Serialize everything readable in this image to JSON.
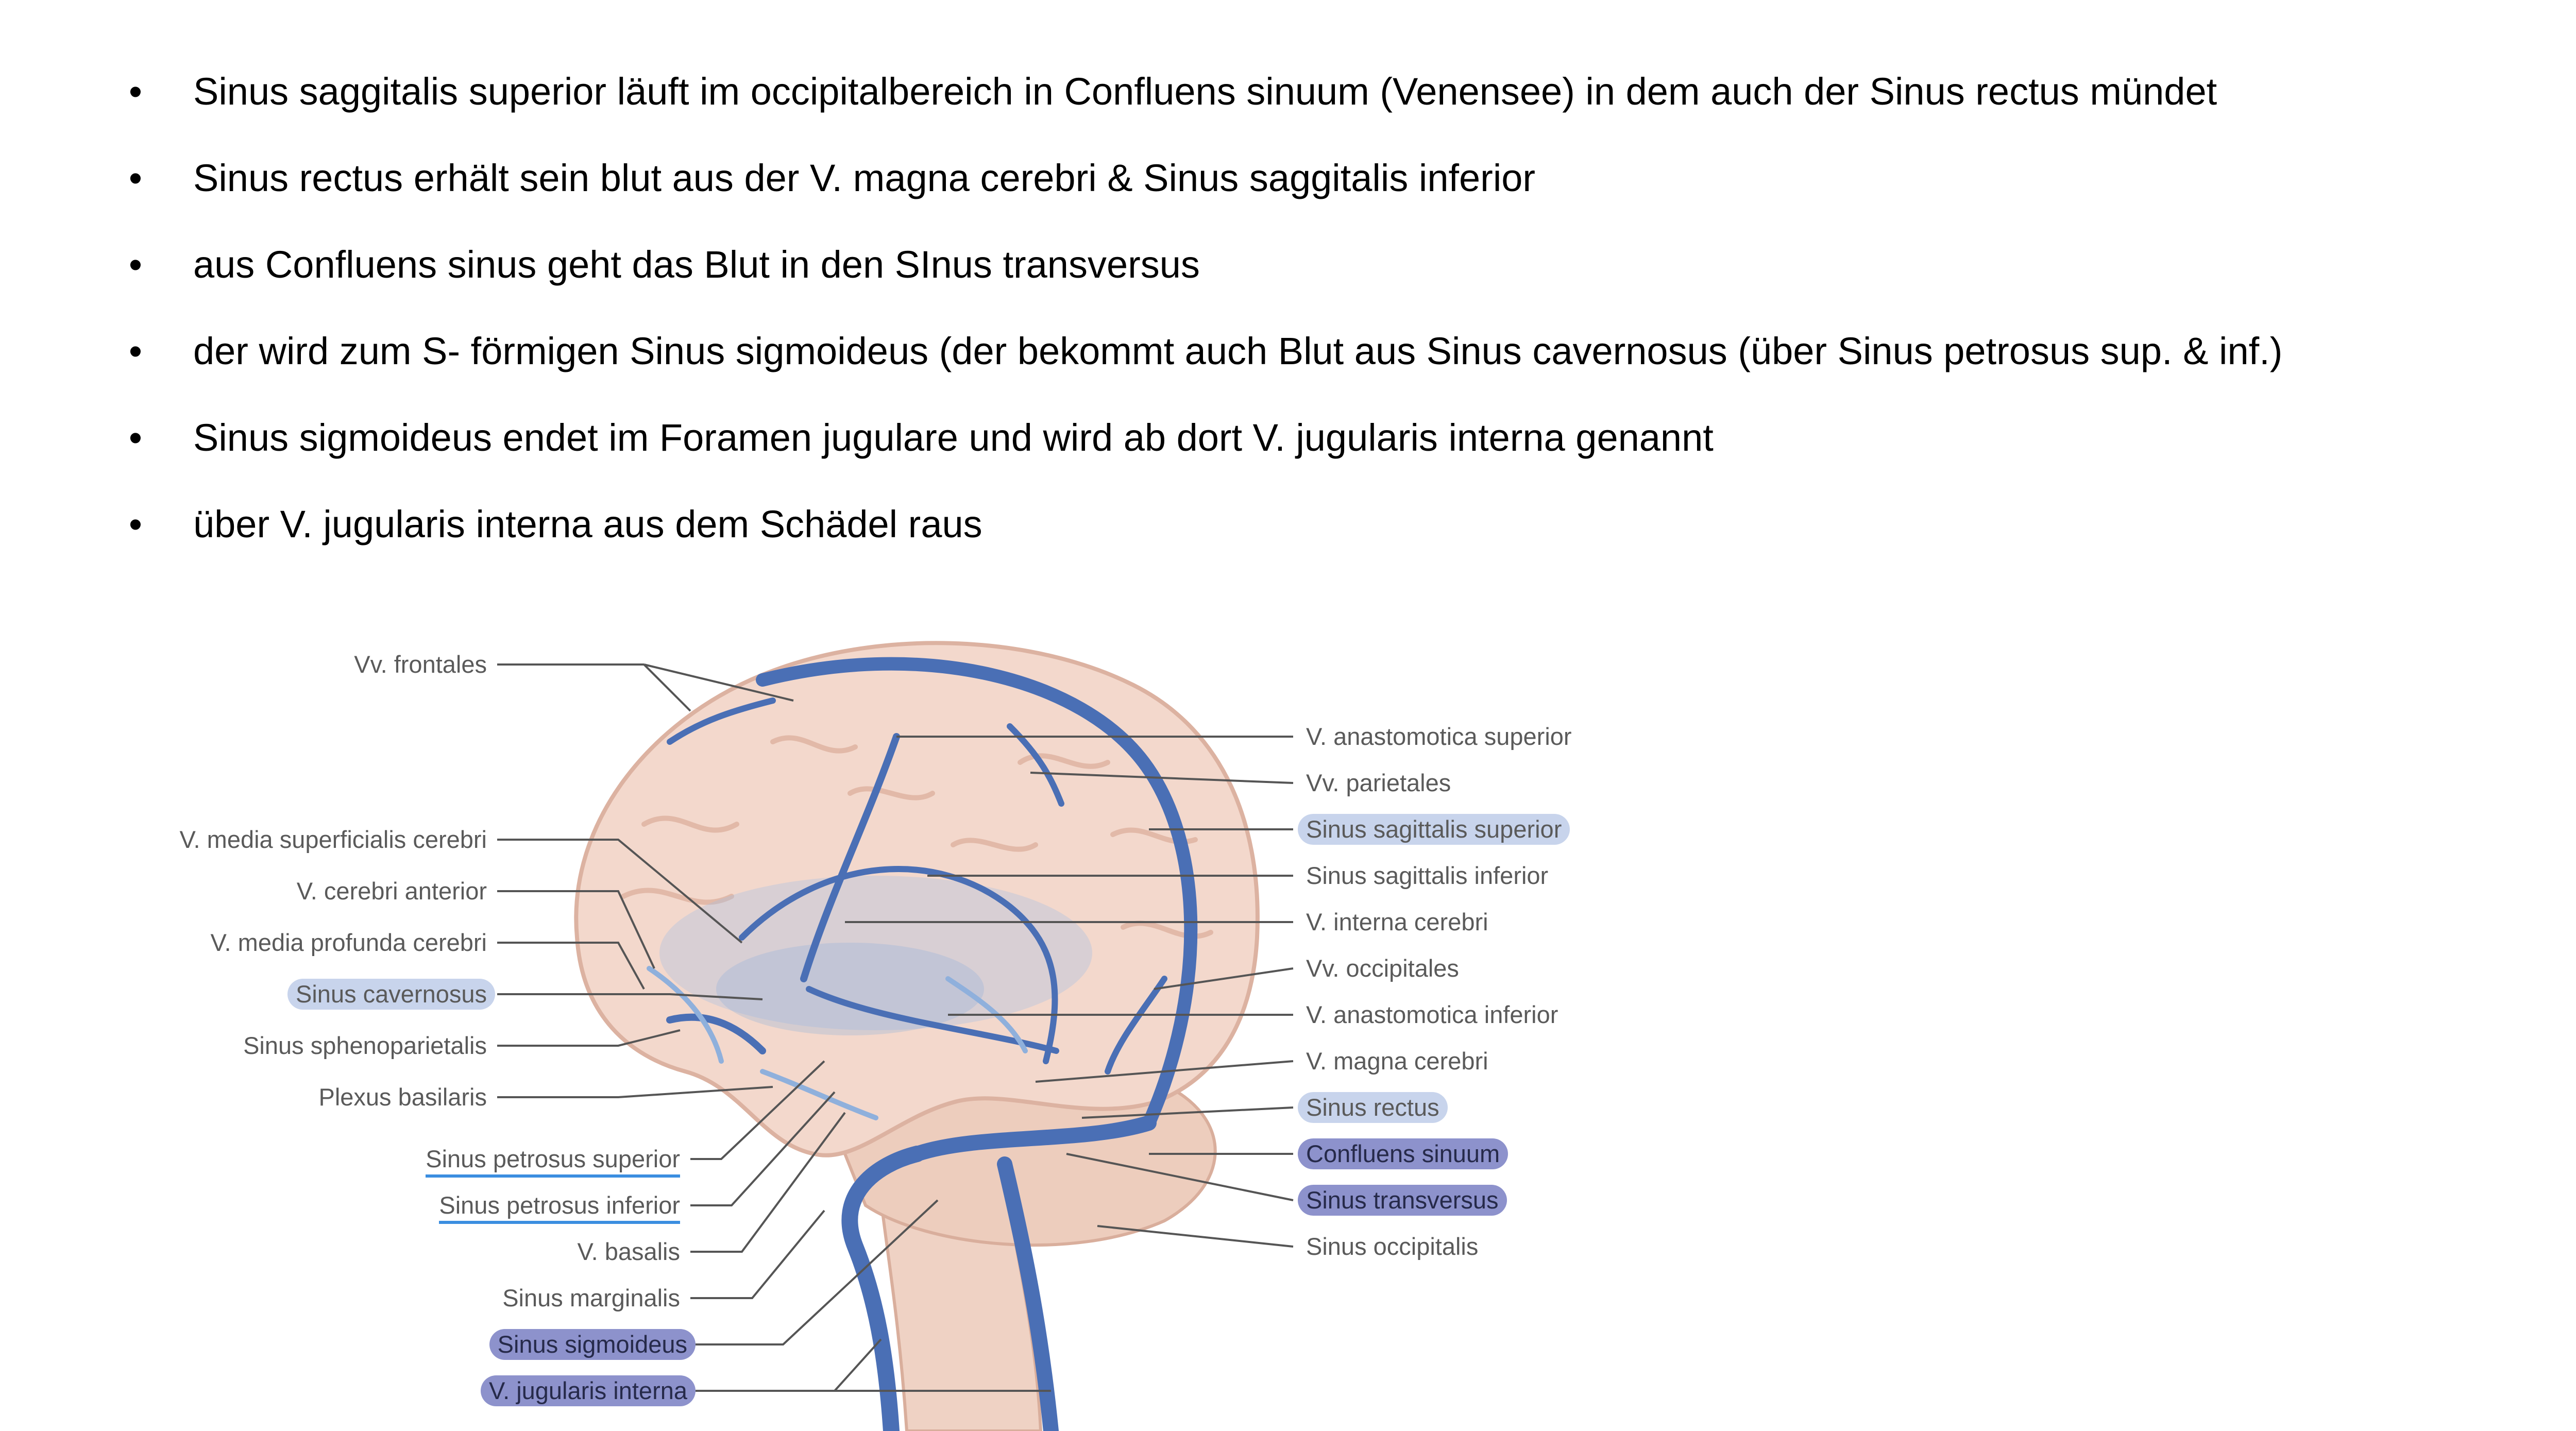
{
  "bullets": [
    "Sinus saggitalis superior läuft im occipitalbereich in Confluens sinuum (Venensee) in dem auch der Sinus rectus mündet",
    "Sinus rectus erhält sein blut aus der V. magna cerebri & Sinus saggitalis inferior",
    "aus Confluens sinus geht das Blut in den SInus transversus",
    "der wird zum S- förmigen Sinus sigmoideus (der bekommt auch Blut aus Sinus cavernosus (über Sinus petrosus sup. & inf.)",
    "Sinus sigmoideus endet im Foramen jugulare und wird ab dort V. jugularis interna genannt",
    "über V. jugularis interna aus dem Schädel raus"
  ],
  "bullet_char": "•",
  "figure": {
    "left_labels": [
      "Vv. frontales",
      "V. media superficialis cerebri",
      "V. cerebri anterior",
      "V. media profunda cerebri",
      "Sinus cavernosus",
      "Sinus sphenoparietalis",
      "Plexus basilaris",
      "Sinus petrosus superior",
      "Sinus petrosus inferior",
      "V. basalis",
      "Sinus marginalis",
      "Sinus sigmoideus",
      "V. jugularis interna"
    ],
    "right_labels": [
      "V. anastomotica superior",
      "Vv. parietales",
      "Sinus sagittalis superior",
      "Sinus sagittalis inferior",
      "V. interna cerebri",
      "Vv. occipitales",
      "V. anastomotica inferior",
      "V. magna cerebri",
      "Sinus rectus",
      "Confluens sinuum",
      "Sinus transversus",
      "Sinus occipitalis"
    ]
  },
  "colors": {
    "vein": "#4a6fb5",
    "vein_light": "#8fb0dc",
    "brain": "#f3d8cc",
    "brain_shadow": "#e2b9a8",
    "highlight_light": "#c8d4ec",
    "highlight_dark": "#8d92cc",
    "underline": "#3b8ee0",
    "leader": "#555555"
  }
}
